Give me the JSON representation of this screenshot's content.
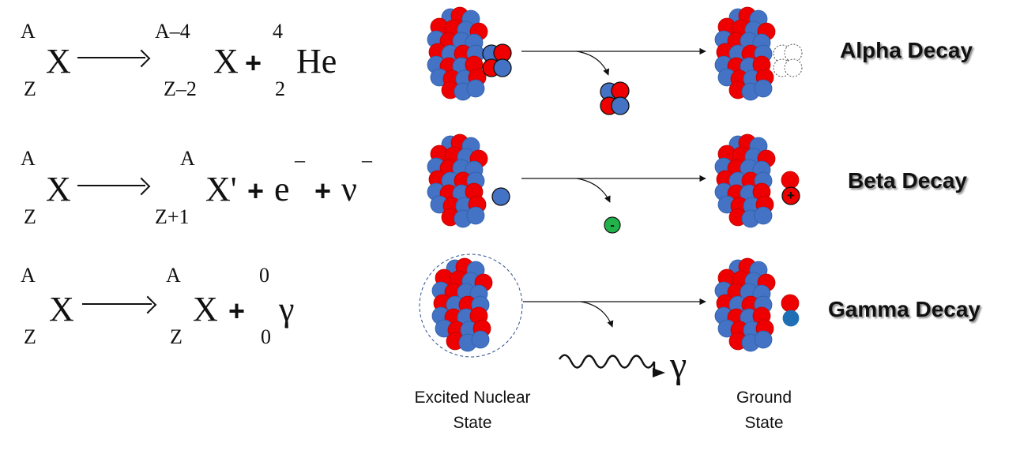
{
  "equations": {
    "alpha": {
      "parent": {
        "mass": "A",
        "atomic": "Z",
        "symbol": "X"
      },
      "daughter": {
        "mass": "A–4",
        "atomic": "Z–2",
        "symbol": "X"
      },
      "plus": "+",
      "emitted": {
        "mass": "4",
        "atomic": "2",
        "symbol": "He"
      }
    },
    "beta": {
      "parent": {
        "mass": "A",
        "atomic": "Z",
        "symbol": "X"
      },
      "daughter": {
        "mass": "A",
        "atomic": "Z+1",
        "symbol": "X'"
      },
      "plus1": "+",
      "electron": {
        "symbol": "e",
        "charge": "–"
      },
      "plus2": "+",
      "neutrino": {
        "symbol": "ν",
        "bar": "–"
      }
    },
    "gamma": {
      "parent": {
        "mass": "A",
        "atomic": "Z",
        "symbol": "X"
      },
      "daughter": {
        "mass": "A",
        "atomic": "Z",
        "symbol": "X"
      },
      "plus": "+",
      "emitted": {
        "mass": "0",
        "atomic": "0",
        "symbol": "γ"
      }
    }
  },
  "labels": {
    "alpha": "Alpha Decay",
    "beta": "Beta Decay",
    "gamma": "Gamma Decay"
  },
  "captions": {
    "excited_line1": "Excited Nuclear",
    "excited_line2": "State",
    "ground_line1": "Ground",
    "ground_line2": "State"
  },
  "particles": {
    "beta_electron_sign": "-",
    "beta_proton_sign": "+",
    "gamma_symbol": "γ"
  },
  "colors": {
    "proton": "#ee0000",
    "neutron": "#4472c4",
    "neutron_stroke": "#2e5fa8",
    "proton_stroke": "#c00000",
    "electron": "#21b24a",
    "emitted_outline": "#111111",
    "dashed_circle": "#2f4f8f"
  }
}
